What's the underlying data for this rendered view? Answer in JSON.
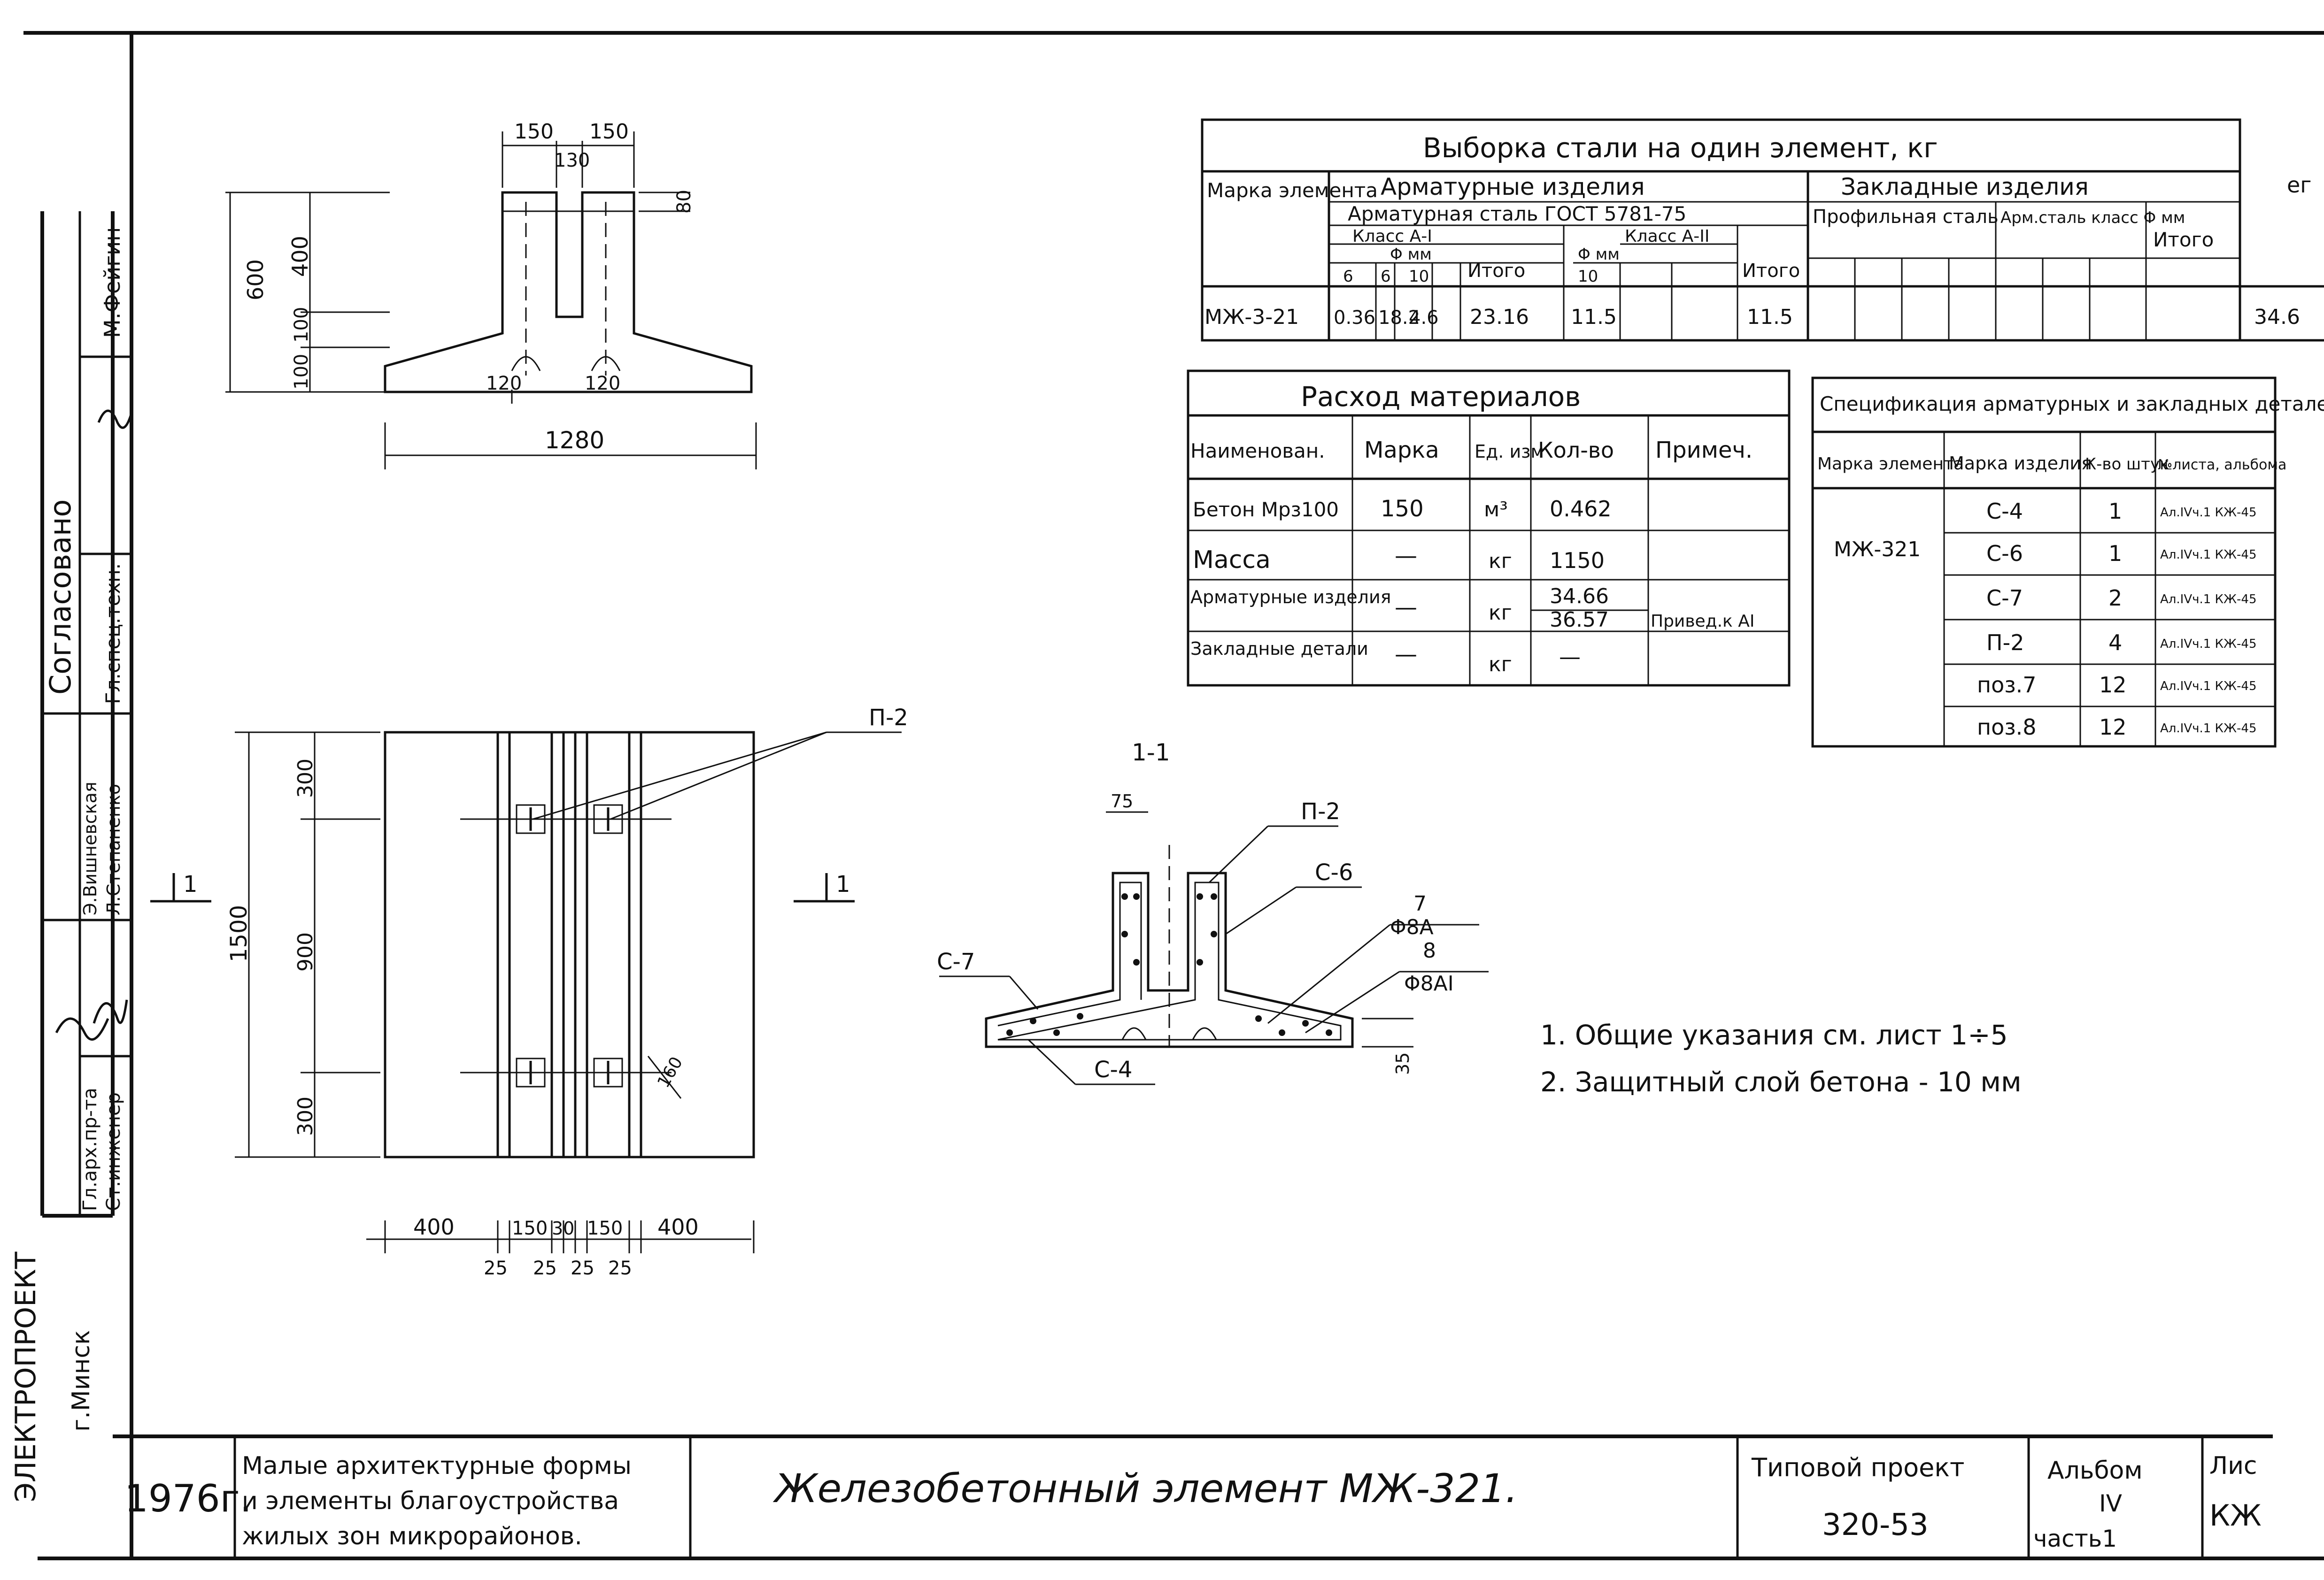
{
  "sheet": {
    "year": "1976г.",
    "subject_lines": [
      "Малые архитектурные формы",
      "и элементы благоустройства",
      "жилых зон микрорайонов."
    ],
    "title": "Железобетонный элемент МЖ-321.",
    "project_label": "Типовой проект",
    "project_number": "320-53",
    "album_label": "Альбом",
    "album_number": "IV",
    "part": "часть1",
    "sheet_label": "Лис",
    "sheet_value": "КЖ",
    "org": "г.Минск",
    "org_partial": "ЭЛЕКТРОПРОЕКТ"
  },
  "sidebar": {
    "approved": "Согласовано",
    "approved_name": "М.Фейгин",
    "roles": [
      "Гл.спец.техн.",
      "Гл.арх.пр-та",
      "Ст.инженер"
    ],
    "names": [
      "Э.Вишневская",
      "Л.Степаненко"
    ]
  },
  "elevation": {
    "dims_top": [
      "150",
      "150",
      "130"
    ],
    "dim_80": "80",
    "dims_left": [
      "600",
      "400",
      "100",
      "100"
    ],
    "dims_bottom": [
      "120",
      "120"
    ],
    "overall": "1280"
  },
  "plan": {
    "dims_left": [
      "1500",
      "300",
      "900",
      "300"
    ],
    "dims_bottom": [
      "400",
      "150",
      "30",
      "150",
      "400"
    ],
    "dims_sub": [
      "25",
      "25",
      "25",
      "25"
    ],
    "dim_160": "160",
    "leader_p2": "П-2",
    "cut_mark": "1"
  },
  "section": {
    "title": "1-1",
    "labels": [
      "П-2",
      "С-6",
      "С-7",
      "С-4"
    ],
    "dim_75": "75",
    "dim_35": "35",
    "rebar_7": "7",
    "rebar_7_sz": "Φ8A",
    "rebar_8": "8",
    "rebar_8_sz": "Φ8AI"
  },
  "notes": [
    "1. Общие указания см. лист 1÷5",
    "2. Защитный слой бетона - 10 мм"
  ],
  "steel_table": {
    "title": "Выборка стали на один элемент, кг",
    "col_mark": "Марка элемента",
    "group1": "Арматурные изделия",
    "group2": "Закладные изделия",
    "sub1": "Арматурная сталь ГОСТ 5781-75",
    "class1": "Класс А-I",
    "class2": "Класс А-II",
    "phi1": "Φ мм",
    "phi2": "Φ мм",
    "itogo": "Итого",
    "profile": "Профильная сталь",
    "armsteel": "Арм.сталь класс Φ мм",
    "itogo_right": "Итого",
    "d1": [
      "6",
      "6",
      "10"
    ],
    "d2": [
      "10"
    ],
    "row": {
      "mark": "МЖ-3-21",
      "v1": "0.36",
      "v2": "18.2",
      "v3": "4.6",
      "t1": "23.16",
      "v4": "11.5",
      "t2": "11.5",
      "total": "34.6"
    },
    "edge_text": "ег"
  },
  "materials_table": {
    "title": "Расход материалов",
    "headers": [
      "Наименован.",
      "Марка",
      "Ед. изм",
      "Кол-во",
      "Примеч."
    ],
    "rows": [
      [
        "Бетон Мрз100",
        "150",
        "м³",
        "0.462",
        ""
      ],
      [
        "Масса",
        "—",
        "кг",
        "1150",
        ""
      ],
      [
        "Арматурные изделия",
        "—",
        "кг",
        "34.66",
        ""
      ],
      [
        "",
        "",
        "",
        "36.57",
        "Привед.к AI"
      ],
      [
        "Закладные детали",
        "—",
        "кг",
        "—",
        ""
      ]
    ]
  },
  "spec_table": {
    "title": "Спецификация арматурных и закладных деталей.",
    "headers": [
      "Марка элемента",
      "Марка изделия",
      "К-во штук",
      "№листа, альбома"
    ],
    "element": "МЖ-321",
    "rows": [
      [
        "С-4",
        "1",
        "Ал.IVч.1 КЖ-45"
      ],
      [
        "С-6",
        "1",
        "Ал.IVч.1 КЖ-45"
      ],
      [
        "С-7",
        "2",
        "Ал.IVч.1 КЖ-45"
      ],
      [
        "П-2",
        "4",
        "Ал.IVч.1 КЖ-45"
      ],
      [
        "поз.7",
        "12",
        "Ал.IVч.1 КЖ-45"
      ],
      [
        "поз.8",
        "12",
        "Ал.IVч.1 КЖ-45"
      ]
    ]
  }
}
